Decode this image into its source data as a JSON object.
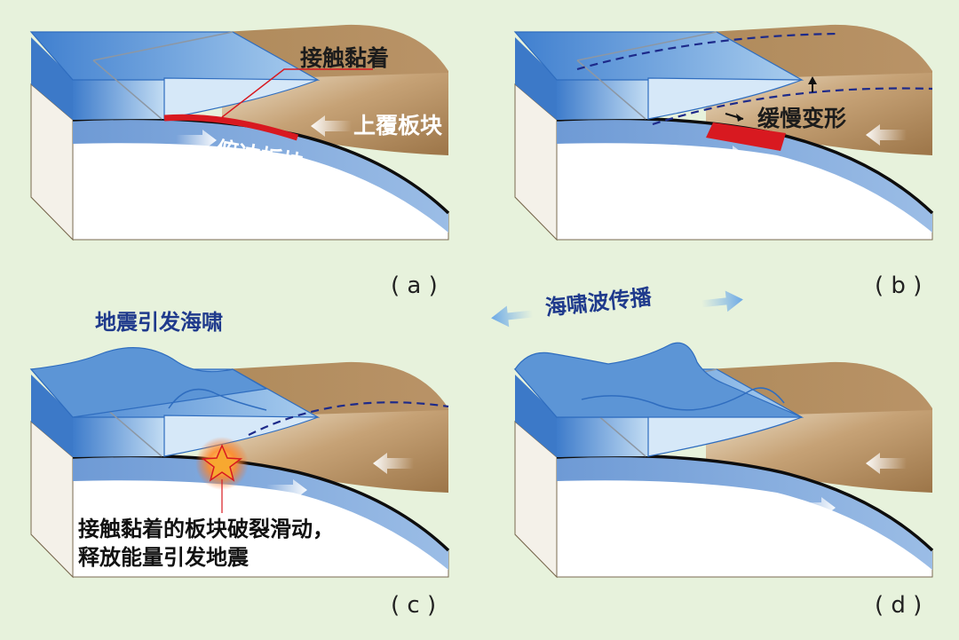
{
  "panels": {
    "a": {
      "label": "( a )",
      "contact_stick": "接触黏着",
      "overriding_plate": "上覆板块",
      "subducting_plate": "俯冲板块"
    },
    "b": {
      "label": "( b )",
      "slow_deformation": "缓慢变形"
    },
    "c": {
      "label": "( c )",
      "earthquake_tsunami": "地震引发海啸",
      "caption_line1": "接触黏着的板块破裂滑动，",
      "caption_line2": "释放能量引发地震"
    },
    "d": {
      "label": "( d )"
    }
  },
  "tsunami_propagation": "海啸波传播",
  "colors": {
    "background": "#e7f2dc",
    "ocean_top": "#5f97d6",
    "ocean_front": "#3f7fcc",
    "continent": "#a57f52",
    "continent_light": "#e7d6b8",
    "oceanic_plate": "#7ea8de",
    "fault_red": "#d81920",
    "dashed_blue": "#1d2a8a"
  }
}
